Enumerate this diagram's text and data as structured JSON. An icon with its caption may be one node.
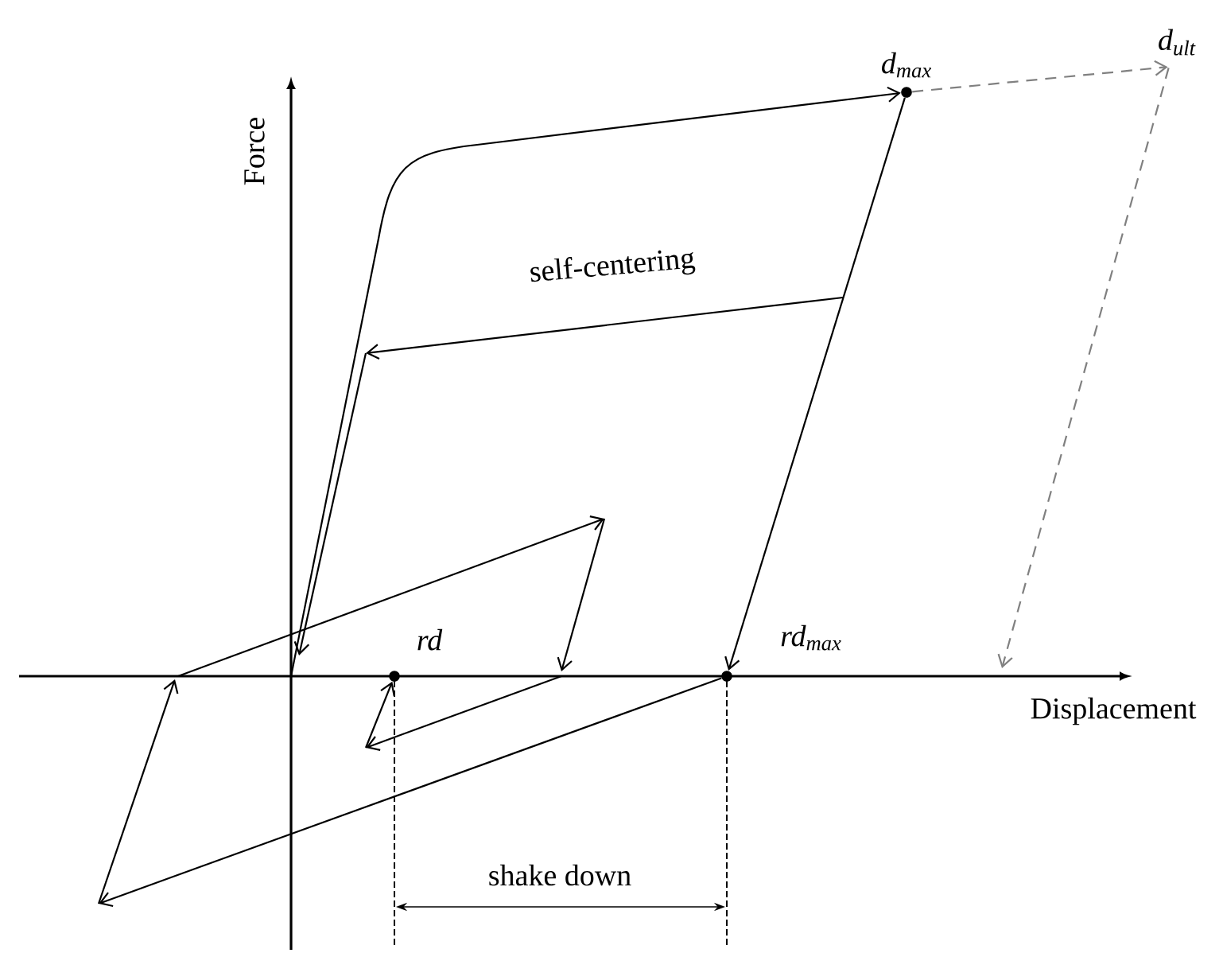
{
  "diagram": {
    "nodes": [
      {
        "text": [
          "d$_{max}$"
        ]
      },
      {
        "text": [
          "d$_{ult}$"
        ]
      },
      {
        "text": [
          "rd"
        ]
      },
      {
        "text": [
          "rd$_{max}$"
        ]
      }
    ],
    "edges": [
      {
        "from": 0,
        "to": 1,
        "arrow": "to",
        "style": "dashed",
        "color": "#808080"
      },
      {
        "from": 1,
        "to": null,
        "arrow": "to",
        "style": "dashed",
        "color": "#808080"
      },
      {
        "from": 0,
        "to": 3,
        "arrow": "to"
      },
      {
        "from": null,
        "to": 0,
        "arrow": "to"
      },
      {
        "from": 3,
        "to": null,
        "arrow": "to"
      },
      {
        "from": null,
        "to": 2,
        "arrow": "to"
      }
    ],
    "labels": [
      "Force",
      "Displacement",
      "self-centering",
      "shake down"
    ]
  }
}
